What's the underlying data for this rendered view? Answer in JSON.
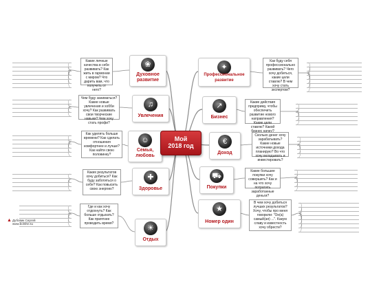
{
  "center": {
    "line1": "Мой",
    "line2": "2018 год"
  },
  "left_branches": [
    {
      "label_1": "Духовное",
      "label_2": "развитие",
      "icon": "lotus-icon",
      "question": "Какие личные качества в себе развивать? Как жить в гармонии с миром? Что дарить вам, что получить от него?"
    },
    {
      "label_1": "Увлечения",
      "label_2": "",
      "icon": "headphones-icon",
      "question": "Чем буду заниматься? Какие новые увлечения и хобби хочу? Как развивать свои творческие навыки? Чем хочу стать профи?"
    },
    {
      "label_1": "Семья,",
      "label_2": "любовь",
      "icon": "family-icon",
      "question": "Как уделять больше времени? Как сделать отношения комфортнее и лучше? Как найти свою половинку?"
    },
    {
      "label_1": "Здоровье",
      "label_2": "",
      "icon": "health-icon",
      "question": "Каких результатов хочу добиться? Как буду заботиться о себе? Как повысить свою энергию?"
    },
    {
      "label_1": "Отдых",
      "label_2": "",
      "icon": "beach-icon",
      "question": "Где и как хочу отдохнуть? Как больше отдыхать? Как приятнее проводить время?"
    }
  ],
  "right_branches": [
    {
      "label_1": "Профессиональное",
      "label_2": "развитие",
      "icon": "growth-icon",
      "question": "Как буду себя профессионально развивать? Чего хочу добиться, какие цели ставлю? В чем хочу стать экспертом?"
    },
    {
      "label_1": "Бизнес",
      "label_2": "",
      "icon": "chart-icon",
      "question": "Какие действия предприму, чтобы обеспечить развитие нового направления? Какие цели ставлю? Какой бизнес начну?"
    },
    {
      "label_1": "Доход",
      "label_2": "",
      "icon": "euro-icon",
      "question": "Сколько денег хочу зарабатывать? Какие новые источники дохода планирую? Во что хочу вкладывать и инвестировать?"
    },
    {
      "label_1": "Покупки",
      "label_2": "",
      "icon": "cart-icon",
      "question": "Какие большие покупки хочу совершить? Как и на что хочу потратить заработанные деньги?"
    },
    {
      "label_1": "Номер один",
      "label_2": "",
      "icon": "trophy-icon",
      "question": "В чем хочу добиться лучших результатов? Хочу, чтобы про меня говорили: \"Он(а) самый(ая) ...\". Какую славу и известность хочу обрести?"
    }
  ],
  "logo": {
    "line1": "Дубовик Сергей",
    "line2": "www.bolshe.su"
  },
  "colors": {
    "accent": "#b4161b",
    "line": "#8a8a8a"
  }
}
